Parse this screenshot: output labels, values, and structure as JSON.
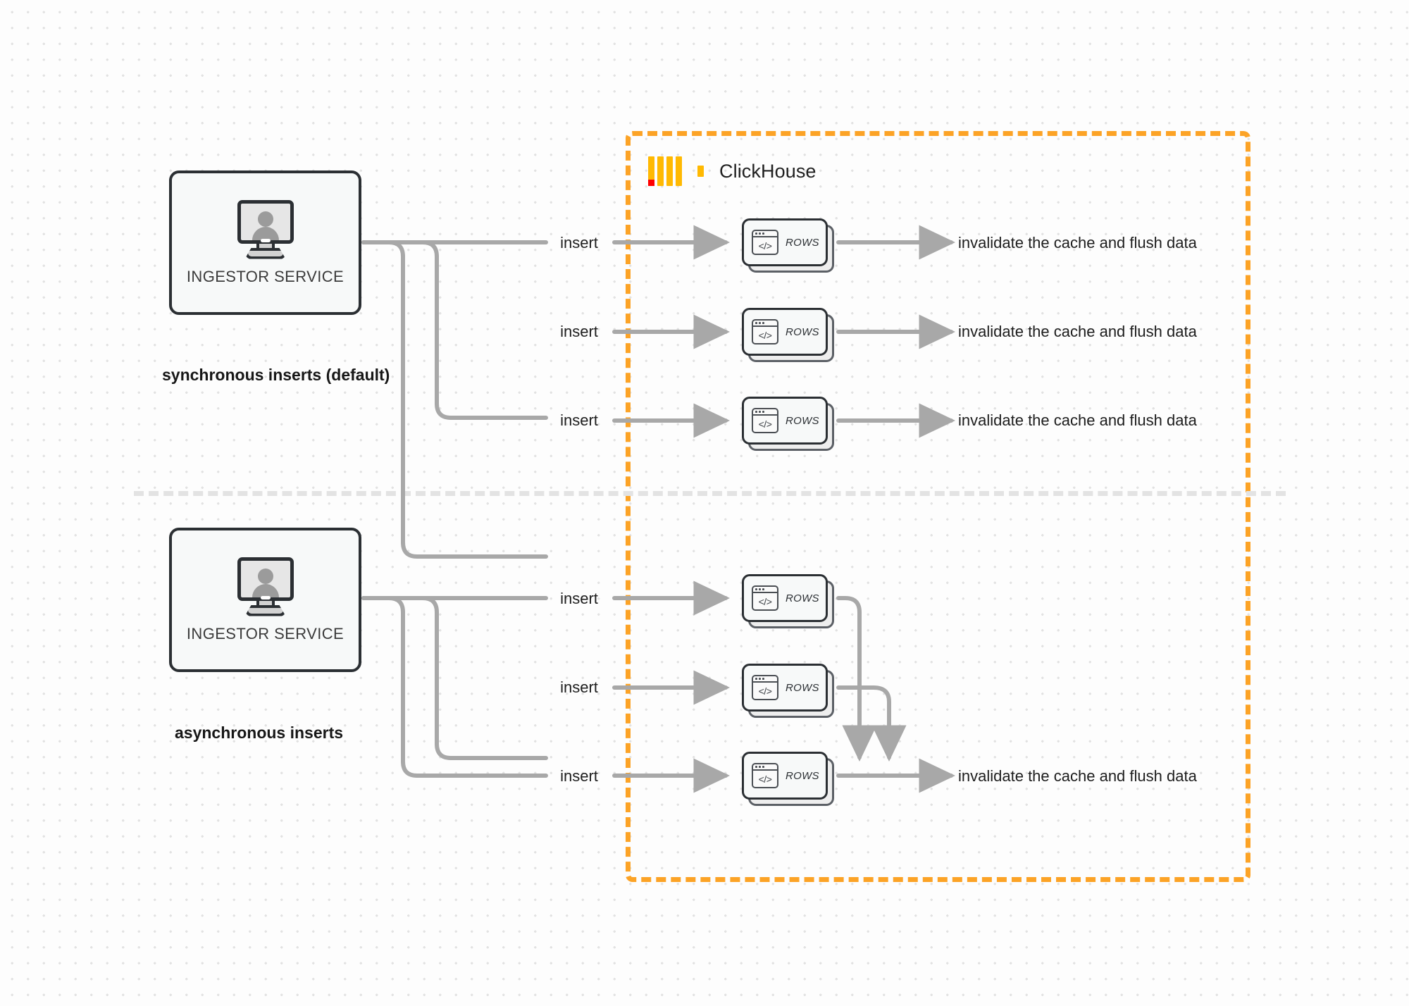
{
  "diagram": {
    "title": "ClickHouse synchronous vs asynchronous inserts",
    "accent_color": "#fca326",
    "logo_bar_color": "#ffb902",
    "logo_accent_color": "#ff0000",
    "wire_color": "#a8a8a8",
    "node_border_color": "#2b2f33"
  },
  "clickhouse": {
    "label": "ClickHouse",
    "logo_name": "clickhouse-logo"
  },
  "sections": [
    {
      "id": "sync",
      "caption": "synchronous inserts (default)",
      "service": {
        "label": "INGESTOR SERVICE",
        "icon": "monitor-user-icon"
      },
      "rows_nodes": [
        {
          "label": "ROWS",
          "icon": "code-window-icon"
        },
        {
          "label": "ROWS",
          "icon": "code-window-icon"
        },
        {
          "label": "ROWS",
          "icon": "code-window-icon"
        }
      ],
      "insert_labels": [
        "insert",
        "insert",
        "insert"
      ],
      "outcome_labels": [
        "invalidate the cache and flush data",
        "invalidate the cache and flush data",
        "invalidate the cache and flush data"
      ]
    },
    {
      "id": "async",
      "caption": "asynchronous inserts",
      "service": {
        "label": "INGESTOR SERVICE",
        "icon": "monitor-user-icon"
      },
      "rows_nodes": [
        {
          "label": "ROWS",
          "icon": "code-window-icon"
        },
        {
          "label": "ROWS",
          "icon": "code-window-icon"
        },
        {
          "label": "ROWS",
          "icon": "code-window-icon"
        }
      ],
      "insert_labels": [
        "insert",
        "insert",
        "insert"
      ],
      "outcome_labels": [
        "invalidate the cache and flush data"
      ]
    }
  ]
}
